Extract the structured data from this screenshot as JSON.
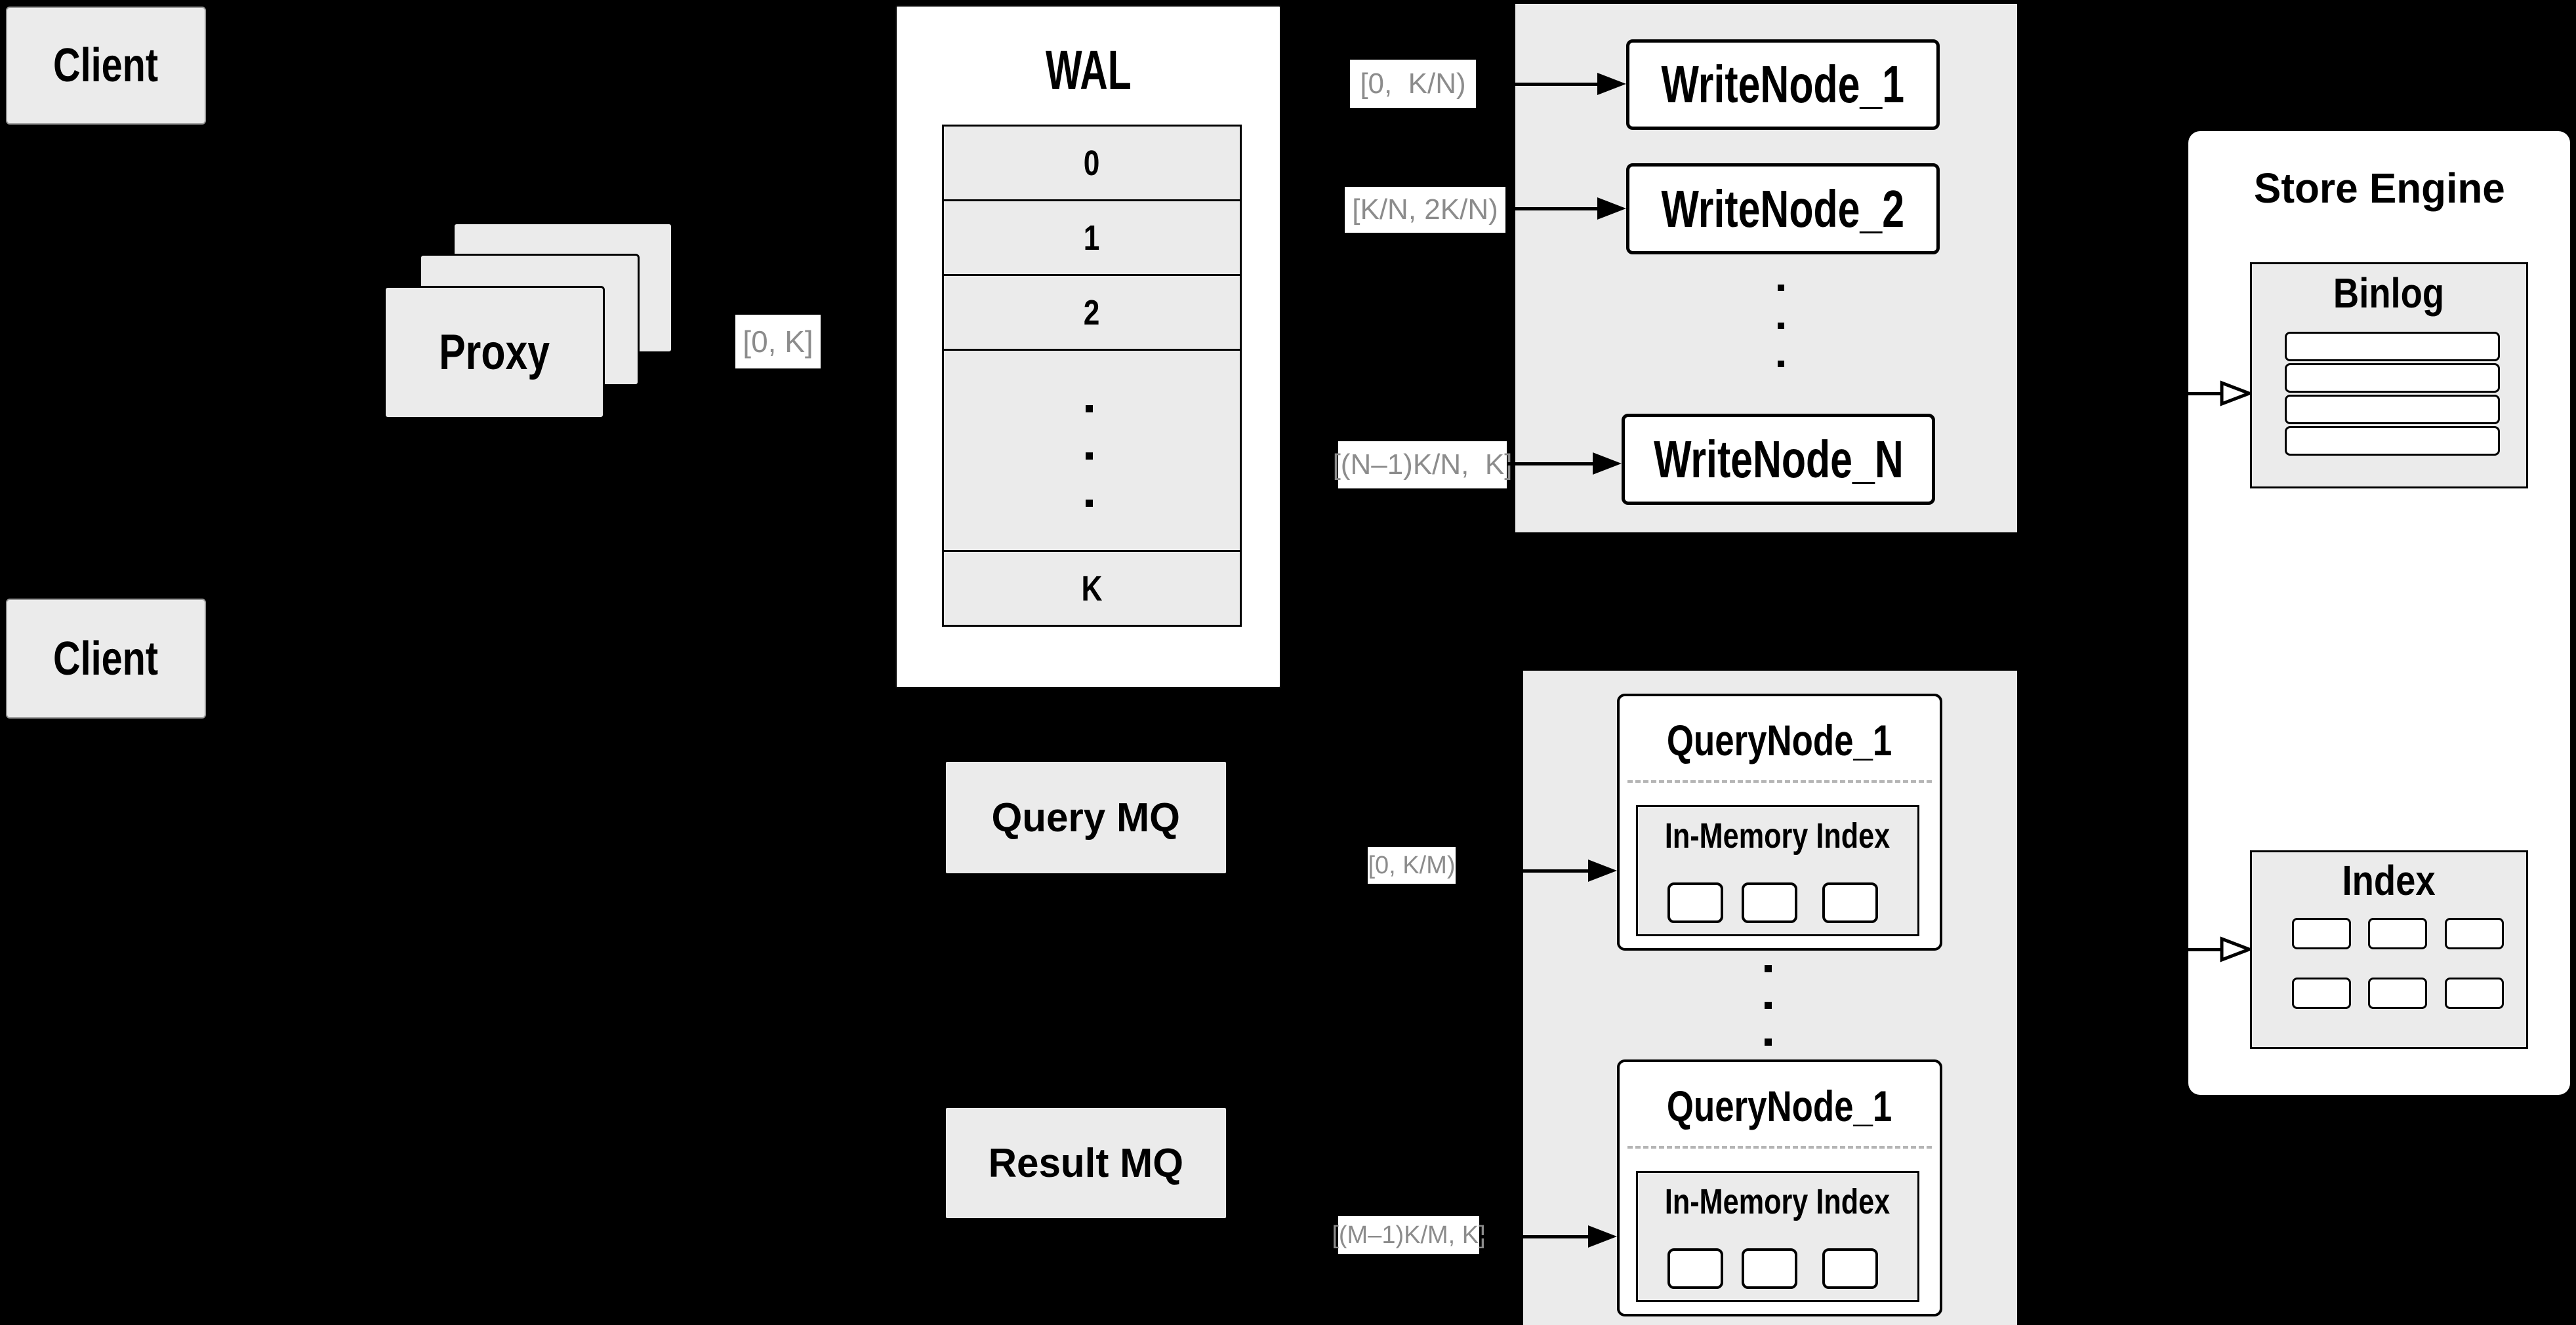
{
  "colors": {
    "background": "#000000",
    "box_fill": "#ebebeb",
    "node_fill": "#ffffff",
    "border": "#000000",
    "range_label_text": "#8c8c8c"
  },
  "clients": {
    "top": "Client",
    "bottom": "Client"
  },
  "proxy": {
    "label": "Proxy",
    "range_out": "[0, K]"
  },
  "wal": {
    "title": "WAL",
    "segments": [
      "0",
      "1",
      "2"
    ],
    "last_segment": "K"
  },
  "write_section": {
    "nodes": [
      {
        "range": "[0,  K/N)",
        "label": "WriteNode_1"
      },
      {
        "range": "[K/N, 2K/N)",
        "label": "WriteNode_2"
      },
      {
        "range": "[(N–1)K/N,  K]",
        "label": "WriteNode_N"
      }
    ]
  },
  "store_engine": {
    "title": "Store Engine",
    "binlog_title": "Binlog",
    "index_title": "Index"
  },
  "mq": {
    "query": "Query MQ",
    "result": "Result MQ"
  },
  "query_section": {
    "nodes": [
      {
        "range": "[0, K/M)",
        "title": "QueryNode_1",
        "inner_title": "In-Memory Index"
      },
      {
        "range": "[(M–1)K/M, K]",
        "title": "QueryNode_1",
        "inner_title": "In-Memory Index"
      }
    ]
  }
}
